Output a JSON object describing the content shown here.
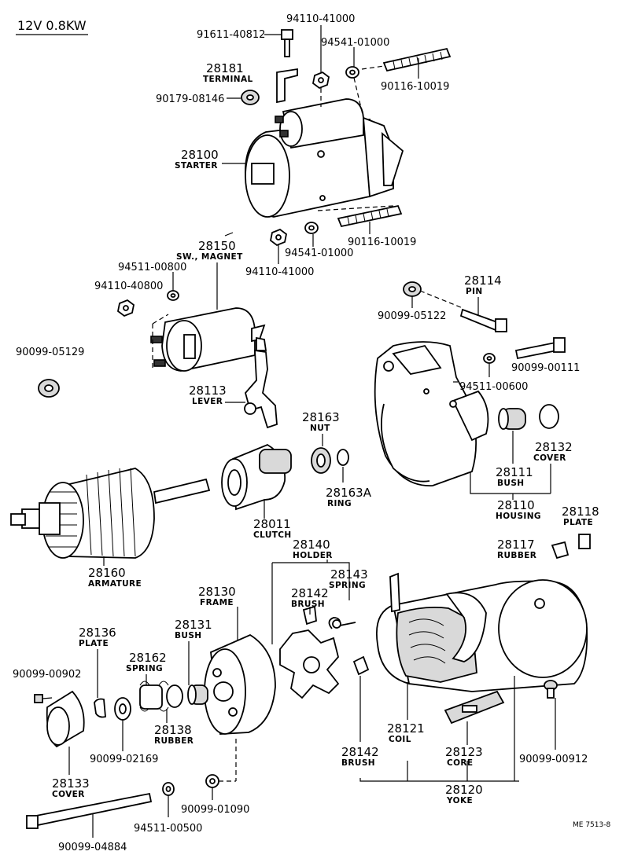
{
  "header": {
    "spec": "12V 0.8KW"
  },
  "footer": {
    "code": "ME 7513-8"
  },
  "labels": {
    "p91611_40812": "91611-40812",
    "p94110_41000_top": "94110-41000",
    "p94541_01000_top": "94541-01000",
    "p28181": "28181",
    "terminal": "TERMINAL",
    "p90116_10019_top": "90116-10019",
    "p90179_08146": "90179-08146",
    "p28100": "28100",
    "starter": "STARTER",
    "p28150": "28150",
    "sw_magnet": "SW., MAGNET",
    "p90116_10019_bot": "90116-10019",
    "p94541_01000_bot": "94541-01000",
    "p94110_41000_bot": "94110-41000",
    "p94511_00800": "94511-00800",
    "p94110_40800": "94110-40800",
    "p28114": "28114",
    "pin": "PIN",
    "p90099_05122": "90099-05122",
    "p90099_00111": "90099-00111",
    "p90099_05129": "90099-05129",
    "p94511_00600": "94511-00600",
    "p28113": "28113",
    "lever": "LEVER",
    "p28163": "28163",
    "nut": "NUT",
    "p28132": "28132",
    "cover_132": "COVER",
    "p28111": "28111",
    "bush_111": "BUSH",
    "p28163a": "28163A",
    "ring": "RING",
    "p28110": "28110",
    "housing": "HOUSING",
    "p28118": "28118",
    "plate_118": "PLATE",
    "p28011": "28011",
    "clutch": "CLUTCH",
    "p28117": "28117",
    "rubber_117": "RUBBER",
    "p28140": "28140",
    "holder": "HOLDER",
    "p28160": "28160",
    "armature": "ARMATURE",
    "p28143": "28143",
    "spring_143": "SPRING",
    "p28142_top": "28142",
    "brush_top": "BRUSH",
    "p28130": "28130",
    "frame": "FRAME",
    "p28131": "28131",
    "bush_131": "BUSH",
    "p28136": "28136",
    "plate_136": "PLATE",
    "p28162": "28162",
    "spring_162": "SPRING",
    "p90099_00902": "90099-00902",
    "p28138": "28138",
    "rubber_138": "RUBBER",
    "p28121": "28121",
    "coil": "COIL",
    "p28123": "28123",
    "core": "CORE",
    "p28142_bot": "28142",
    "brush_bot": "BRUSH",
    "p90099_00912": "90099-00912",
    "p90099_02169": "90099-02169",
    "p28133": "28133",
    "cover_133": "COVER",
    "p28120": "28120",
    "yoke": "YOKE",
    "p90099_01090": "90099-01090",
    "p94511_00500": "94511-00500",
    "p90099_04884": "90099-04884"
  }
}
